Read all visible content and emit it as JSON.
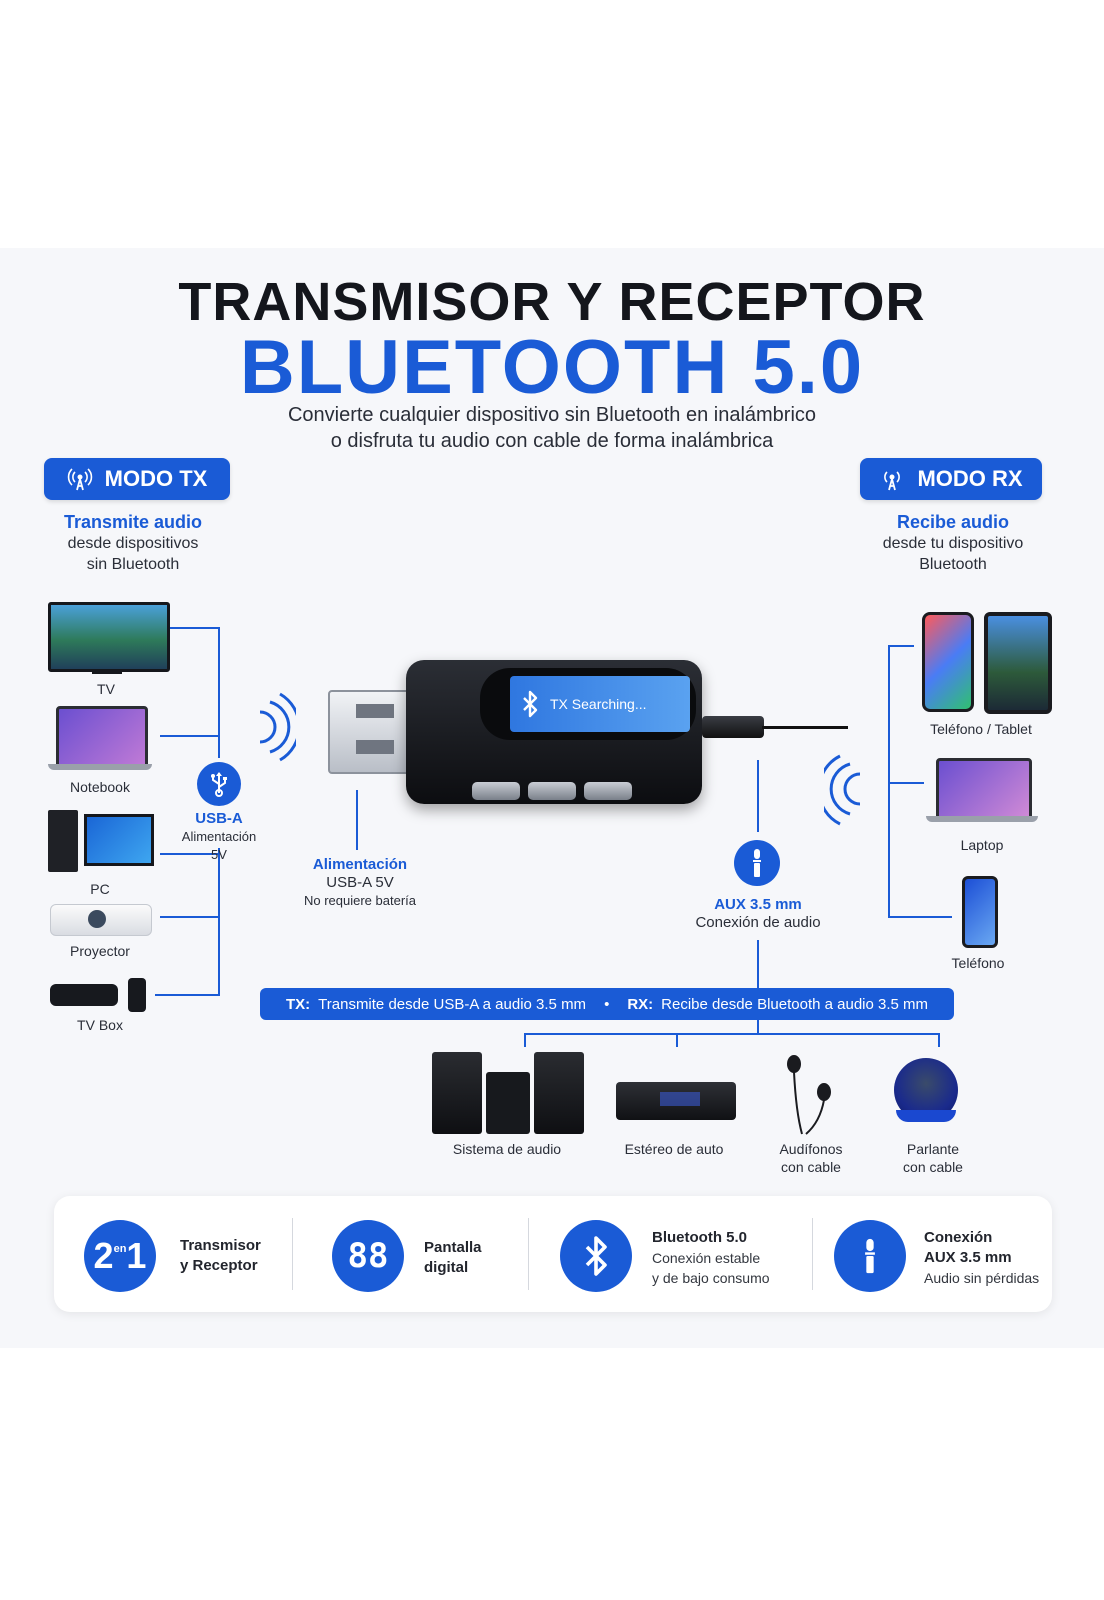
{
  "header": {
    "title_line1": "TRANSMISOR Y RECEPTOR",
    "title_line2": "BLUETOOTH 5.0",
    "subtitle_line1": "Convierte cualquier dispositivo sin Bluetooth en inalámbrico",
    "subtitle_line2": "o disfruta tu audio con cable de forma inalámbrica"
  },
  "tx": {
    "badge": "MODO TX",
    "headline": "Transmite audio",
    "desc_line1": "desde dispositivos",
    "desc_line2": "sin Bluetooth",
    "devices": [
      "TV",
      "Notebook",
      "PC",
      "Proyector",
      "TV Box"
    ],
    "usb_title": "USB-A",
    "usb_line1": "Alimentación",
    "usb_line2": "5V"
  },
  "rx": {
    "badge": "MODO RX",
    "headline": "Recibe audio",
    "desc_line1": "desde tu dispositivo",
    "desc_line2": "Bluetooth",
    "devices": [
      "Teléfono / Tablet",
      "Laptop",
      "Teléfono"
    ]
  },
  "device": {
    "screen_text": "TX Searching..."
  },
  "power": {
    "title": "Alimentación",
    "line1": "USB-A 5V",
    "line2": "No requiere batería"
  },
  "aux": {
    "title": "AUX 3.5 mm",
    "line1": "Conexión de audio"
  },
  "bar": {
    "tx_label": "TX:",
    "tx_text": "Transmite desde USB-A a audio 3.5 mm",
    "dot": "•",
    "rx_label": "RX:",
    "rx_text": "Recibe desde Bluetooth a audio 3.5 mm"
  },
  "outputs": [
    {
      "line1": "Sistema de audio",
      "line2": ""
    },
    {
      "line1": "Estéreo de auto",
      "line2": ""
    },
    {
      "line1": "Audífonos",
      "line2": "con cable"
    },
    {
      "line1": "Parlante",
      "line2": "con cable"
    }
  ],
  "features": [
    {
      "icon_main": "2",
      "icon_sup": "en",
      "icon_end": "1",
      "line1": "Transmisor",
      "line2": "y Receptor"
    },
    {
      "icon_main": "88",
      "line1": "Pantalla",
      "line2": "digital"
    },
    {
      "line1": "Bluetooth 5.0",
      "line2": "Conexión estable",
      "line3": "y de bajo consumo"
    },
    {
      "line1": "Conexión",
      "line2": "AUX 3.5 mm",
      "line3": "Audio sin pérdidas"
    }
  ],
  "colors": {
    "accent": "#1a5bd6",
    "dark": "#14161c"
  }
}
